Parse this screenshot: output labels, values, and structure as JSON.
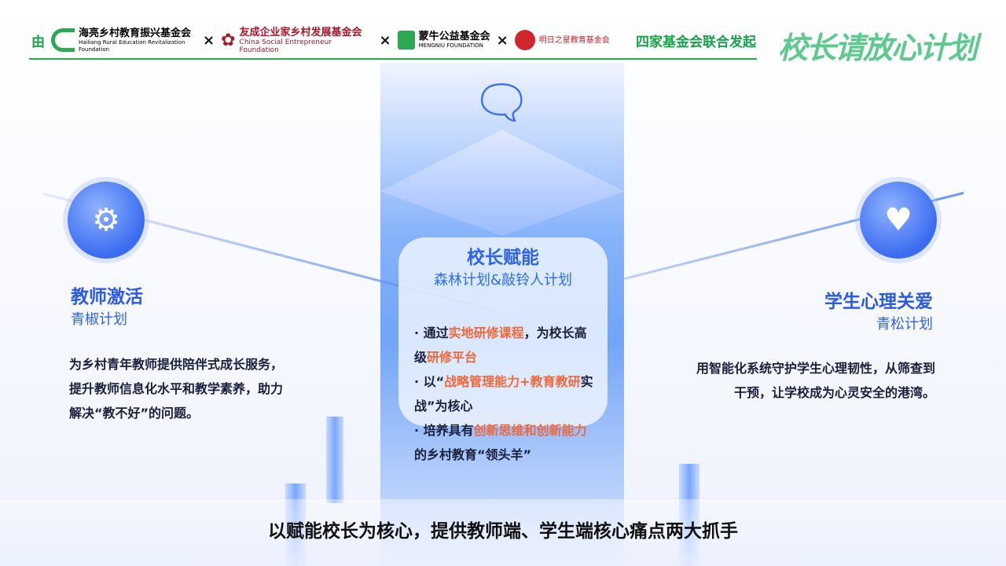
{
  "header": {
    "by": "由",
    "logos": [
      {
        "name": "海亮乡村教育振兴基金会",
        "sub": "Hailiang Rural Education Revitalization Foundation",
        "color": "#222222"
      },
      {
        "name": "友成企业家乡村发展基金会",
        "sub": "China Social Entrepreneur Foundation",
        "color": "#a8182a"
      },
      {
        "name": "蒙牛公益基金会",
        "sub": "MENGNIU FOUNDATION",
        "color": "#222222"
      },
      {
        "name": "明日之星教育基金会",
        "sub": "",
        "color": "#c8202a"
      }
    ],
    "separator": "×",
    "suffix": "四家基金会联合发起",
    "brand": "校长请放心计划"
  },
  "center": {
    "title": "校长赋能",
    "subtitle": "森林计划&敲铃人计划",
    "bullets": [
      [
        {
          "t": "· 通过",
          "h": false
        },
        {
          "t": "实地研修课程",
          "h": true
        },
        {
          "t": "，为校长高级",
          "h": false
        },
        {
          "t": "研修平台",
          "h": true
        }
      ],
      [
        {
          "t": "· 以“",
          "h": false
        },
        {
          "t": "战略管理能力+教育教研",
          "h": true
        },
        {
          "t": "实战”为核心",
          "h": false
        }
      ],
      [
        {
          "t": "· 培养具有",
          "h": false
        },
        {
          "t": "创新思维和创新能力",
          "h": true
        },
        {
          "t": "的乡村教育“领头羊”",
          "h": false
        }
      ]
    ]
  },
  "left": {
    "icon": "plant-gear-icon",
    "title": "教师激活",
    "subtitle": "青椒计划",
    "desc": "为乡村青年教师提供陪伴式成长服务，提升教师信息化水平和教学素养，助力解决“教不好”的问题。"
  },
  "right": {
    "icon": "heart-hands-icon",
    "title": "学生心理关爱",
    "subtitle": "青松计划",
    "desc": "用智能化系统守护学生心理韧性，从筛查到干预，让学校成为心灵安全的港湾。"
  },
  "center_icon": "chat-bubbles-icon",
  "footer": "以赋能校长为核心，提供教师端、学生端核心痛点两大抓手",
  "colors": {
    "green": "#17a34a",
    "blue": "#2f63e6",
    "highlight": "#f0683a"
  }
}
